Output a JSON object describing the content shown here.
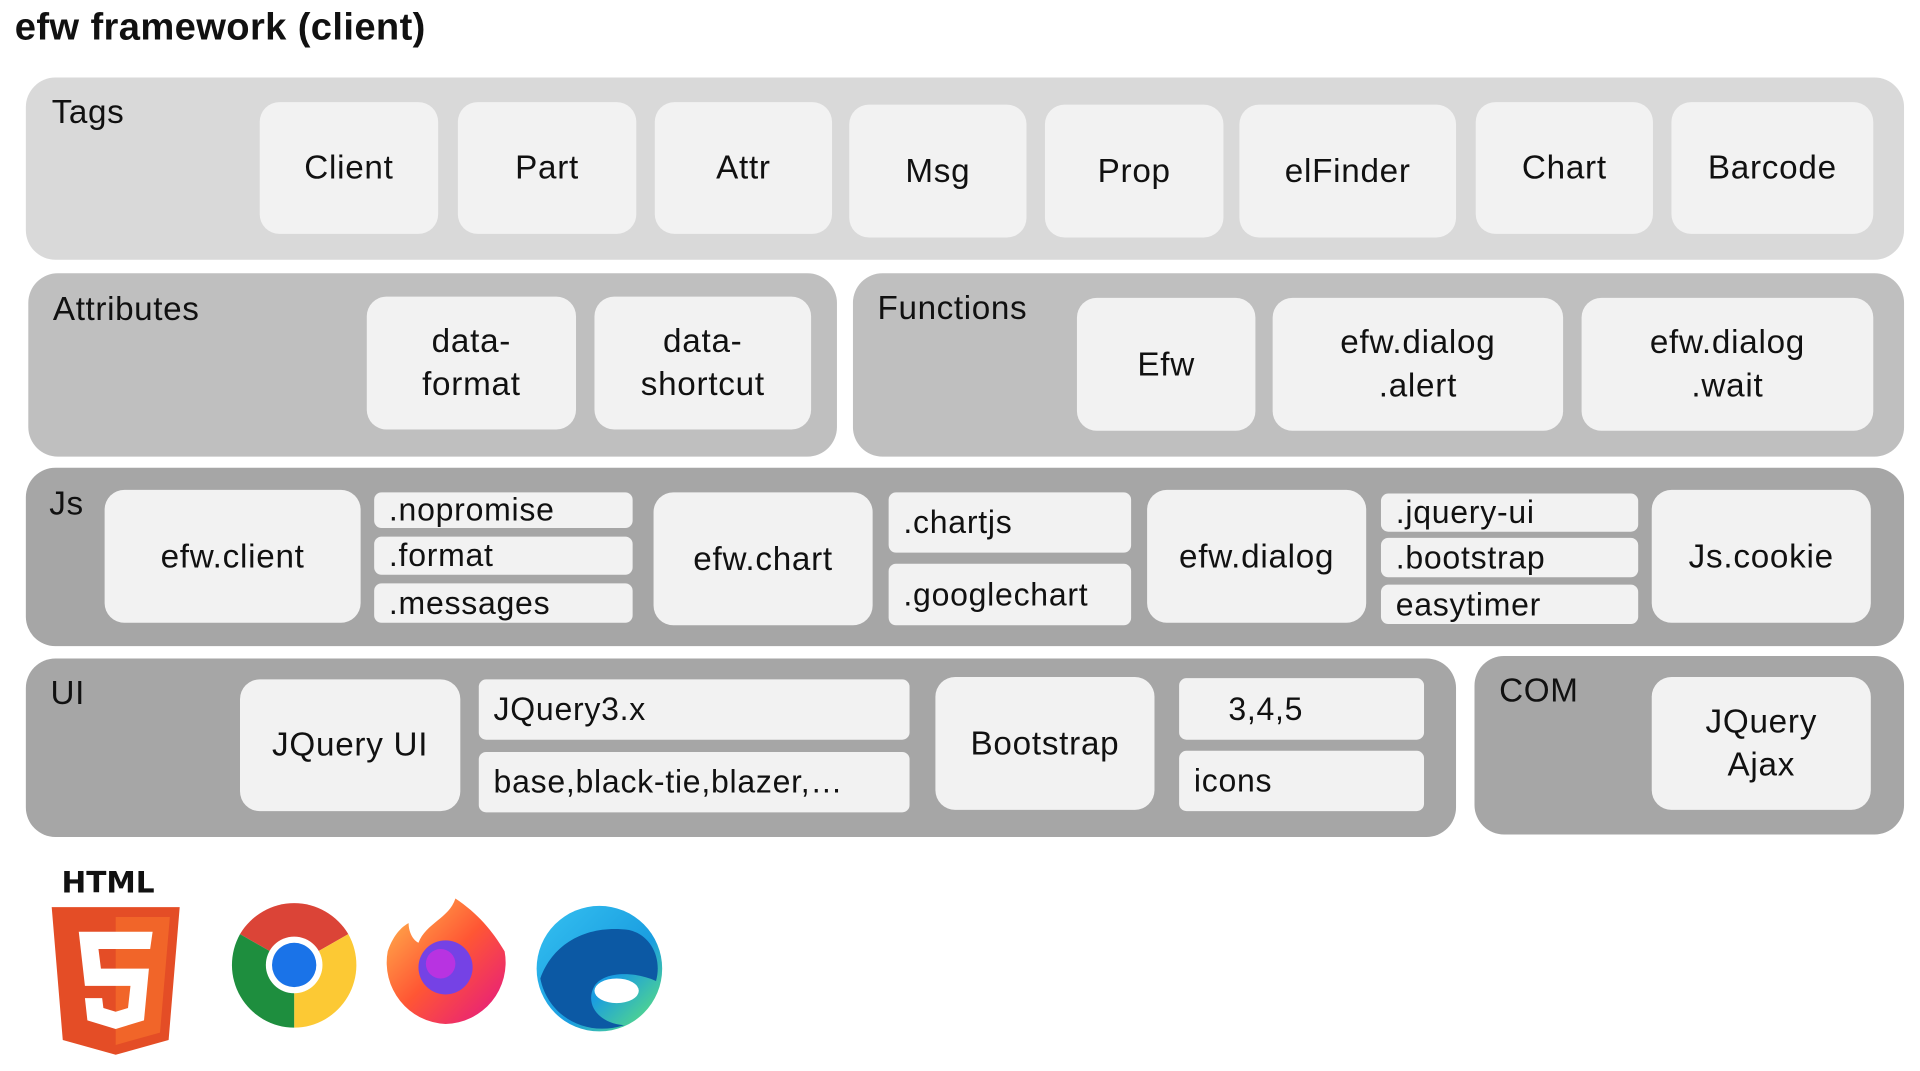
{
  "title": "efw framework (client)",
  "tags": {
    "label": "Tags",
    "items": [
      "Client",
      "Part",
      "Attr",
      "Msg",
      "Prop",
      "elFinder",
      "Chart",
      "Barcode"
    ]
  },
  "attributes": {
    "label": "Attributes",
    "items": [
      "data-\nformat",
      "data-\nshortcut"
    ]
  },
  "functions": {
    "label": "Functions",
    "items": [
      "Efw",
      "efw.dialog\n.alert",
      "efw.dialog\n.wait"
    ]
  },
  "js": {
    "label": "Js",
    "efw_client": "efw.client",
    "client_subs": [
      ".nopromise",
      ".format",
      ".messages"
    ],
    "efw_chart": "efw.chart",
    "chart_subs": [
      ".chartjs",
      ".googlechart"
    ],
    "efw_dialog": "efw.dialog",
    "dialog_subs": [
      ".jquery-ui",
      ".bootstrap",
      "easytimer"
    ],
    "js_cookie": "Js.cookie"
  },
  "ui": {
    "label": "UI",
    "jquery_ui": "JQuery UI",
    "jquery_ui_subs": [
      "JQuery3.x",
      "base,black-tie,blazer,…"
    ],
    "bootstrap": "Bootstrap",
    "bootstrap_subs": [
      "3,4,5",
      "icons"
    ]
  },
  "com": {
    "label": "COM",
    "item": "JQuery\nAjax"
  },
  "logos": {
    "html5": "HTML",
    "icons": [
      "html5-icon",
      "chrome-icon",
      "firefox-icon",
      "edge-icon"
    ]
  }
}
